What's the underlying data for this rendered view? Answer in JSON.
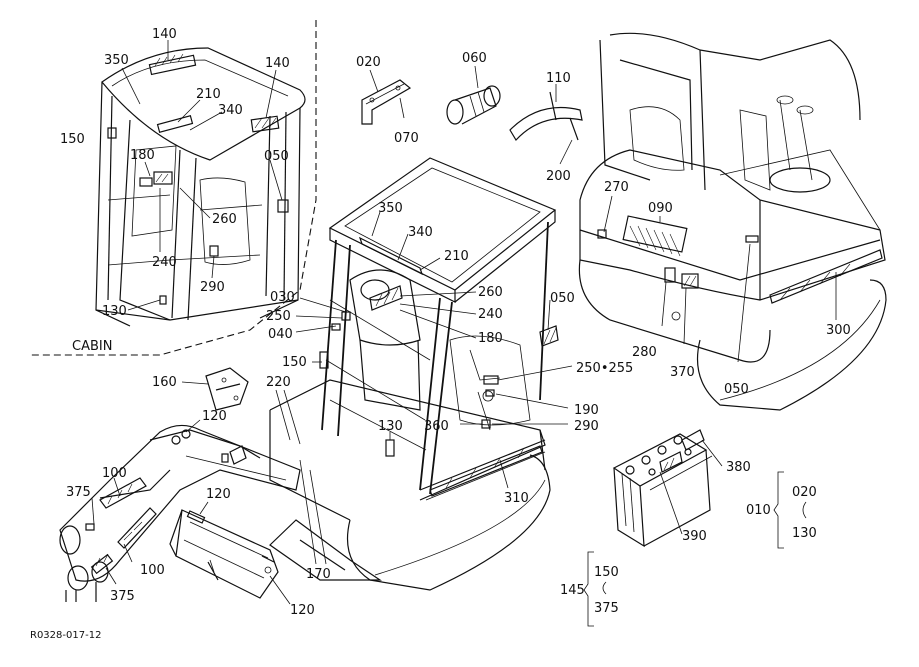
{
  "figure_code": "R0328-017-12",
  "section_label": "CABIN",
  "callouts": {
    "c140a": "140",
    "c350a": "350",
    "c210a": "210",
    "c340a": "340",
    "c140b": "140",
    "c150a": "150",
    "c180a": "180",
    "c050a": "050",
    "c260a": "260",
    "c240a": "240",
    "c290a": "290",
    "c130a": "130",
    "c020": "020",
    "c070": "070",
    "c060": "060",
    "c110": "110",
    "c200": "200",
    "c350b": "350",
    "c340b": "340",
    "c210b": "210",
    "c030": "030",
    "c260b": "260",
    "c250a": "250",
    "c240b": "240",
    "c040": "040",
    "c180b": "180",
    "c050b": "050",
    "c150b": "150",
    "c220": "220",
    "c160": "160",
    "c250255": "250•255",
    "c190": "190",
    "c360": "360",
    "c130b": "130",
    "c290b": "290",
    "c270": "270",
    "c090": "090",
    "c280": "280",
    "c370": "370",
    "c050c": "050",
    "c300": "300",
    "c120a": "120",
    "c100a": "100",
    "c375a": "375",
    "c120b": "120",
    "c100b": "100",
    "c375b": "375",
    "c120c": "120",
    "c170": "170",
    "c310": "310",
    "c380": "380",
    "c390": "390"
  },
  "ranges": {
    "r010": {
      "label": "010",
      "from": "020",
      "to": "130"
    },
    "r145": {
      "label": "145",
      "from": "150",
      "to": "375"
    }
  }
}
